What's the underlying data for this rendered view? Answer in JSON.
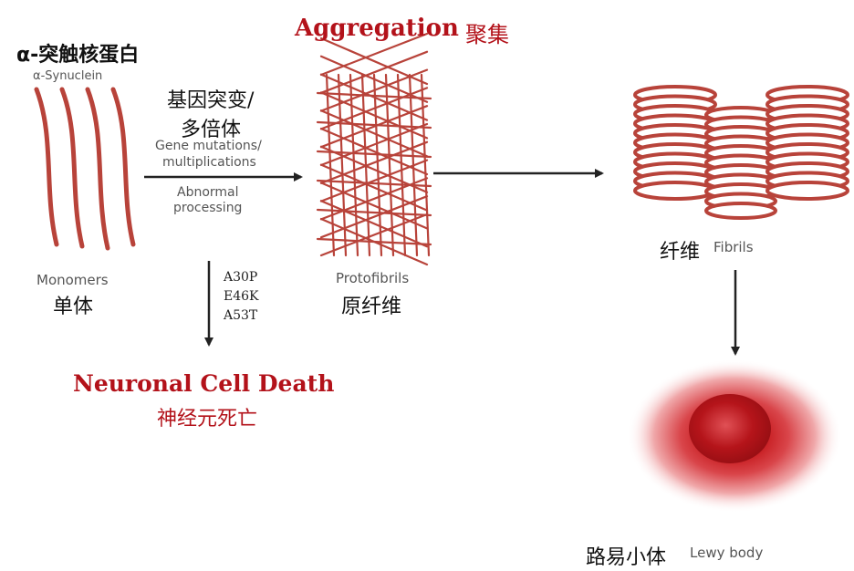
{
  "labels": {
    "synuclein_cn": "α-突触核蛋白",
    "synuclein_en": "α-Synuclein",
    "aggregation_en": "Aggregation",
    "aggregation_cn": "聚集",
    "gene_cn_line1": "基因突变/",
    "gene_cn_line2": "多倍体",
    "gene_en_line1": "Gene mutations/",
    "gene_en_line2": "multiplications",
    "abnormal_line1": "Abnormal",
    "abnormal_line2": "processing",
    "monomers_en": "Monomers",
    "monomers_cn": "单体",
    "protofibrils_en": "Protofibrils",
    "protofibrils_cn": "原纤维",
    "mutations": [
      "A30P",
      "E46K",
      "A53T"
    ],
    "death_en": "Neuronal Cell Death",
    "death_cn": "神经元死亡",
    "fibrils_cn": "纤维",
    "fibrils_en": "Fibrils",
    "lewy_cn": "路易小体",
    "lewy_en": "Lewy body"
  },
  "colors": {
    "title_red": "#b3121a",
    "strand": "#b8433a",
    "strand_dark": "#8a2a22",
    "arrow": "#222222",
    "text_gray": "#555555"
  }
}
